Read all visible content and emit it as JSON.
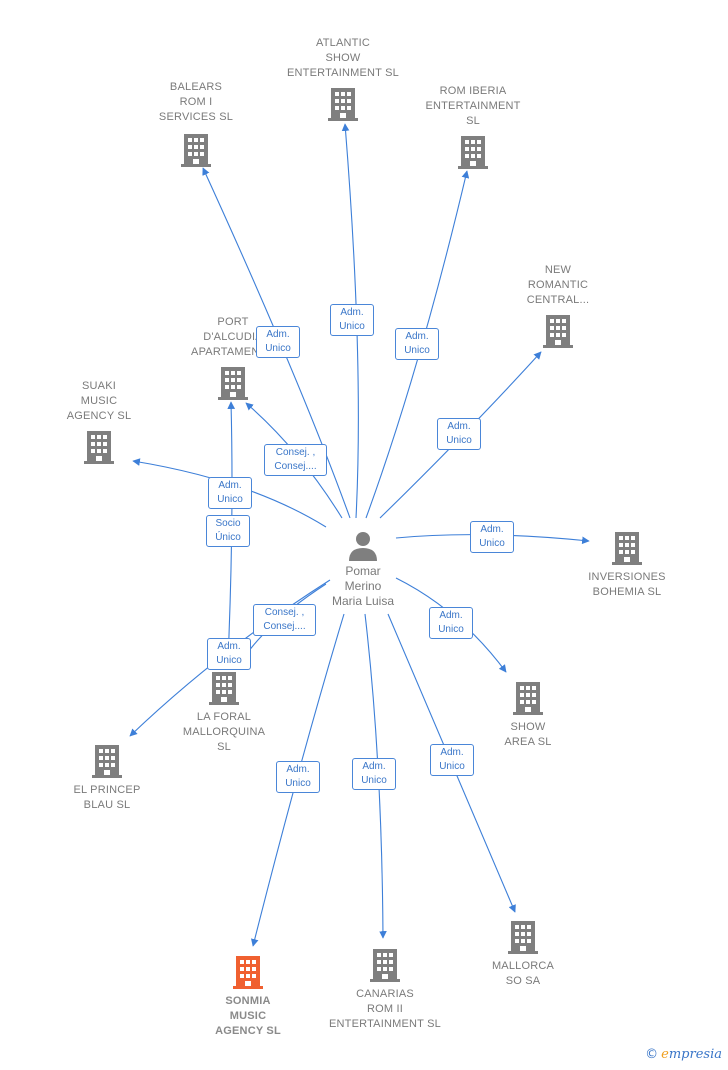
{
  "center": {
    "name": "Pomar\nMerino\nMaria Luisa"
  },
  "colors": {
    "edge": "#3d7fd8",
    "building": "#7f7f7f",
    "highlight": "#f06030"
  },
  "nodes": [
    {
      "id": "atlantic",
      "label": "ATLANTIC\nSHOW\nENTERTAINMENT SL"
    },
    {
      "id": "balears",
      "label": "BALEARS\nROM I\nSERVICES  SL"
    },
    {
      "id": "rom-iberia",
      "label": "ROM IBERIA\nENTERTAINMENT\nSL"
    },
    {
      "id": "new-romantic",
      "label": "NEW\nROMANTIC\nCENTRAL..."
    },
    {
      "id": "port-alcudia",
      "label": "PORT\nD'ALCUDIA\nAPARTAMENT..."
    },
    {
      "id": "suaki",
      "label": "SUAKI\nMUSIC\nAGENCY  SL"
    },
    {
      "id": "inversiones",
      "label": "INVERSIONES\nBOHEMIA  SL"
    },
    {
      "id": "la-foral",
      "label": "LA FORAL\nMALLORQUINA\nSL"
    },
    {
      "id": "show-area",
      "label": "SHOW\nAREA SL"
    },
    {
      "id": "el-princep",
      "label": "EL PRINCEP\nBLAU  SL"
    },
    {
      "id": "sonmia",
      "label": "SONMIA\nMUSIC\nAGENCY  SL"
    },
    {
      "id": "canarias",
      "label": "CANARIAS\nROM II\nENTERTAINMENT SL"
    },
    {
      "id": "mallorca",
      "label": "MALLORCA\nSO SA"
    }
  ],
  "badges": [
    {
      "id": "b-atlantic",
      "text": "Adm.\nUnico"
    },
    {
      "id": "b-balears",
      "text": "Adm.\nUnico"
    },
    {
      "id": "b-rom-iberia",
      "text": "Adm.\nUnico"
    },
    {
      "id": "b-new-romantic",
      "text": "Adm.\nUnico"
    },
    {
      "id": "b-port-consej",
      "text": "Consej. ,\nConsej...."
    },
    {
      "id": "b-suaki",
      "text": "Adm.\nUnico"
    },
    {
      "id": "b-port-socio",
      "text": "Socio\nÚnico"
    },
    {
      "id": "b-inversiones",
      "text": "Adm.\nUnico"
    },
    {
      "id": "b-laforal-consej",
      "text": "Consej. ,\nConsej...."
    },
    {
      "id": "b-laforal-adm",
      "text": "Adm.\nUnico"
    },
    {
      "id": "b-show-area",
      "text": "Adm.\nUnico"
    },
    {
      "id": "b-sonmia",
      "text": "Adm.\nUnico"
    },
    {
      "id": "b-canarias",
      "text": "Adm.\nUnico"
    },
    {
      "id": "b-mallorca",
      "text": "Adm.\nUnico"
    }
  ],
  "footer": {
    "copyright": "©",
    "brand_e": "e",
    "brand_rest": "mpresia"
  }
}
